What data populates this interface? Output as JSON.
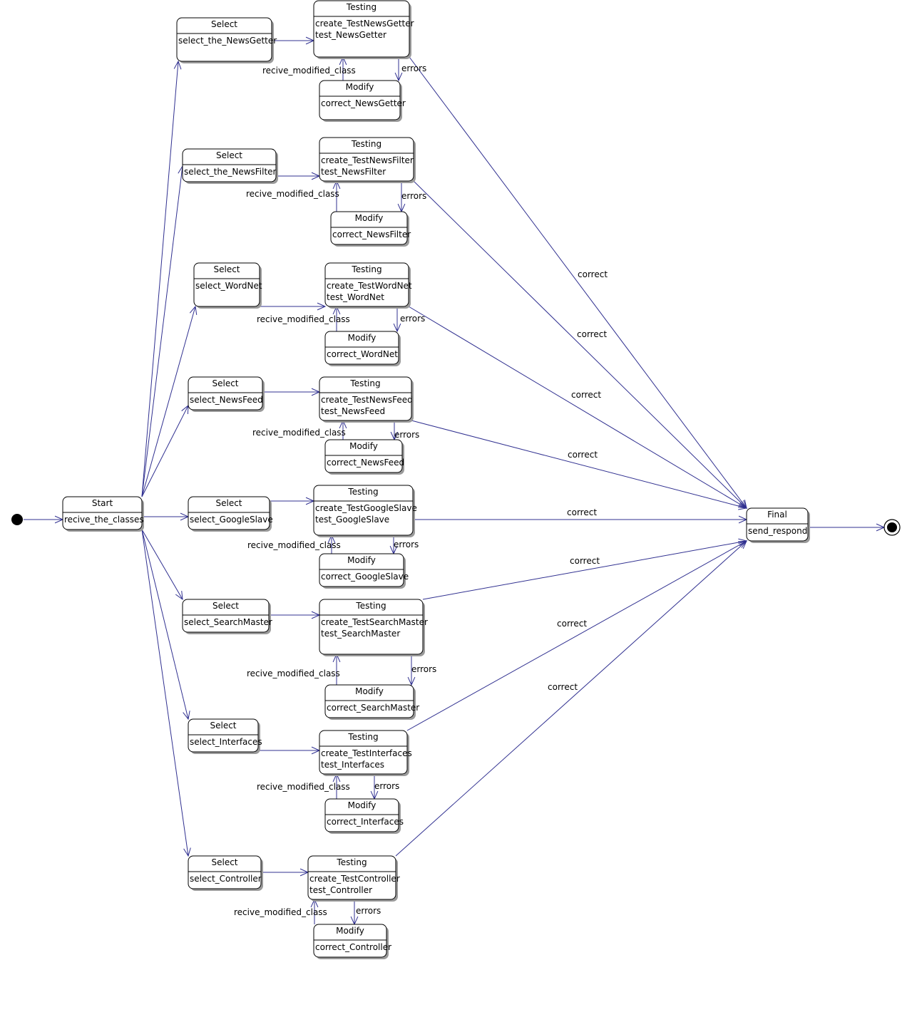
{
  "colors": {
    "edge": "#303090",
    "box_border": "#000000",
    "shadow": "#9a9a9a",
    "node_fill": "#ffffff",
    "text": "#000000"
  },
  "states": [
    {
      "id": "start",
      "title": "Start",
      "actions": [
        "recive_the_classes"
      ]
    },
    {
      "id": "final",
      "title": "Final",
      "actions": [
        "send_respond"
      ]
    },
    {
      "id": "sel1",
      "title": "Select",
      "actions": [
        "select_the_NewsGetter"
      ]
    },
    {
      "id": "test1",
      "title": "Testing",
      "actions": [
        "create_TestNewsGetter",
        "test_NewsGetter"
      ]
    },
    {
      "id": "mod1",
      "title": "Modify",
      "actions": [
        "correct_NewsGetter"
      ]
    },
    {
      "id": "sel2",
      "title": "Select",
      "actions": [
        "select_the_NewsFilter"
      ]
    },
    {
      "id": "test2",
      "title": "Testing",
      "actions": [
        "create_TestNewsFilter",
        "test_NewsFilter"
      ]
    },
    {
      "id": "mod2",
      "title": "Modify",
      "actions": [
        "correct_NewsFilter"
      ]
    },
    {
      "id": "sel3",
      "title": "Select",
      "actions": [
        "select_WordNet"
      ]
    },
    {
      "id": "test3",
      "title": "Testing",
      "actions": [
        "create_TestWordNet",
        "test_WordNet"
      ]
    },
    {
      "id": "mod3",
      "title": "Modify",
      "actions": [
        "correct_WordNet"
      ]
    },
    {
      "id": "sel4",
      "title": "Select",
      "actions": [
        "select_NewsFeed"
      ]
    },
    {
      "id": "test4",
      "title": "Testing",
      "actions": [
        "create_TestNewsFeed",
        "test_NewsFeed"
      ]
    },
    {
      "id": "mod4",
      "title": "Modify",
      "actions": [
        "correct_NewsFeed"
      ]
    },
    {
      "id": "sel5",
      "title": "Select",
      "actions": [
        "select_GoogleSlave"
      ]
    },
    {
      "id": "test5",
      "title": "Testing",
      "actions": [
        "create_TestGoogleSlave",
        "test_GoogleSlave"
      ]
    },
    {
      "id": "mod5",
      "title": "Modify",
      "actions": [
        "correct_GoogleSlave"
      ]
    },
    {
      "id": "sel6",
      "title": "Select",
      "actions": [
        "select_SearchMaster"
      ]
    },
    {
      "id": "test6",
      "title": "Testing",
      "actions": [
        "create_TestSearchMaster",
        "test_SearchMaster"
      ]
    },
    {
      "id": "mod6",
      "title": "Modify",
      "actions": [
        "correct_SearchMaster"
      ]
    },
    {
      "id": "sel7",
      "title": "Select",
      "actions": [
        "select_Interfaces"
      ]
    },
    {
      "id": "test7",
      "title": "Testing",
      "actions": [
        "create_TestInterfaces",
        "test_Interfaces"
      ]
    },
    {
      "id": "mod7",
      "title": "Modify",
      "actions": [
        "correct_Interfaces"
      ]
    },
    {
      "id": "sel8",
      "title": "Select",
      "actions": [
        "select_Controller"
      ]
    },
    {
      "id": "test8",
      "title": "Testing",
      "actions": [
        "create_TestController",
        "test_Controller"
      ]
    },
    {
      "id": "mod8",
      "title": "Modify",
      "actions": [
        "correct_Controller"
      ]
    }
  ],
  "transitions": [
    {
      "from": "initial",
      "to": "start",
      "label": ""
    },
    {
      "from": "final",
      "to": "end",
      "label": ""
    },
    {
      "from": "start",
      "to": "sel1",
      "label": ""
    },
    {
      "from": "start",
      "to": "sel2",
      "label": ""
    },
    {
      "from": "start",
      "to": "sel3",
      "label": ""
    },
    {
      "from": "start",
      "to": "sel4",
      "label": ""
    },
    {
      "from": "start",
      "to": "sel5",
      "label": ""
    },
    {
      "from": "start",
      "to": "sel6",
      "label": ""
    },
    {
      "from": "start",
      "to": "sel7",
      "label": ""
    },
    {
      "from": "start",
      "to": "sel8",
      "label": ""
    },
    {
      "from": "sel1",
      "to": "test1",
      "label": ""
    },
    {
      "from": "sel2",
      "to": "test2",
      "label": ""
    },
    {
      "from": "sel3",
      "to": "test3",
      "label": ""
    },
    {
      "from": "sel4",
      "to": "test4",
      "label": ""
    },
    {
      "from": "sel5",
      "to": "test5",
      "label": ""
    },
    {
      "from": "sel6",
      "to": "test6",
      "label": ""
    },
    {
      "from": "sel7",
      "to": "test7",
      "label": ""
    },
    {
      "from": "sel8",
      "to": "test8",
      "label": ""
    },
    {
      "from": "test1",
      "to": "mod1",
      "label": "errors"
    },
    {
      "from": "test2",
      "to": "mod2",
      "label": "errors"
    },
    {
      "from": "test3",
      "to": "mod3",
      "label": "errors"
    },
    {
      "from": "test4",
      "to": "mod4",
      "label": "errors"
    },
    {
      "from": "test5",
      "to": "mod5",
      "label": "errors"
    },
    {
      "from": "test6",
      "to": "mod6",
      "label": "errors"
    },
    {
      "from": "test7",
      "to": "mod7",
      "label": "errors"
    },
    {
      "from": "test8",
      "to": "mod8",
      "label": "errors"
    },
    {
      "from": "mod1",
      "to": "test1",
      "label": "recive_modified_class"
    },
    {
      "from": "mod2",
      "to": "test2",
      "label": "recive_modified_class"
    },
    {
      "from": "mod3",
      "to": "test3",
      "label": "recive_modified_class"
    },
    {
      "from": "mod4",
      "to": "test4",
      "label": "recive_modified_class"
    },
    {
      "from": "mod5",
      "to": "test5",
      "label": "recive_modified_class"
    },
    {
      "from": "mod6",
      "to": "test6",
      "label": "recive_modified_class"
    },
    {
      "from": "mod7",
      "to": "test7",
      "label": "recive_modified_class"
    },
    {
      "from": "mod8",
      "to": "test8",
      "label": "recive_modified_class"
    },
    {
      "from": "test1",
      "to": "final",
      "label": "correct"
    },
    {
      "from": "test2",
      "to": "final",
      "label": "correct"
    },
    {
      "from": "test3",
      "to": "final",
      "label": "correct"
    },
    {
      "from": "test4",
      "to": "final",
      "label": "correct"
    },
    {
      "from": "test5",
      "to": "final",
      "label": "correct"
    },
    {
      "from": "test6",
      "to": "final",
      "label": "correct"
    },
    {
      "from": "test7",
      "to": "final",
      "label": "correct"
    },
    {
      "from": "test8",
      "to": "final",
      "label": "correct"
    }
  ]
}
